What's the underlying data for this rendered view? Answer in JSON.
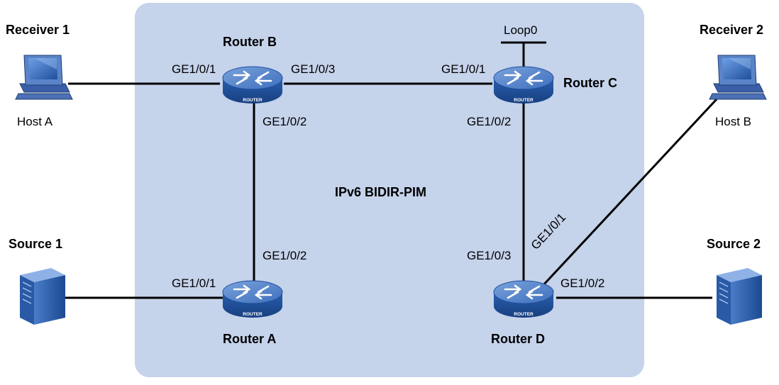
{
  "domain_label": "IPv6 BIDIR-PIM",
  "colors": {
    "domain_fill": "#c5d3eb",
    "router_body": "#1f4f9c",
    "router_top": "#5f8dd0",
    "link": "#000000"
  },
  "routers": {
    "a": {
      "name": "Router A",
      "badge": "ROUTER"
    },
    "b": {
      "name": "Router B",
      "badge": "ROUTER"
    },
    "c": {
      "name": "Router C",
      "badge": "ROUTER"
    },
    "d": {
      "name": "Router D",
      "badge": "ROUTER"
    }
  },
  "hosts": {
    "receiver1": {
      "role": "Receiver 1",
      "name": "Host A"
    },
    "receiver2": {
      "role": "Receiver 2",
      "name": "Host B"
    },
    "source1": {
      "role": "Source 1"
    },
    "source2": {
      "role": "Source 2"
    }
  },
  "loopback": "Loop0",
  "interfaces": {
    "b_ge1": "GE1/0/1",
    "b_ge3": "GE1/0/3",
    "b_ge2": "GE1/0/2",
    "c_ge1": "GE1/0/1",
    "c_ge2": "GE1/0/2",
    "a_ge2": "GE1/0/2",
    "a_ge1": "GE1/0/1",
    "d_ge3": "GE1/0/3",
    "d_ge1": "GE1/0/1",
    "d_ge2": "GE1/0/2"
  }
}
